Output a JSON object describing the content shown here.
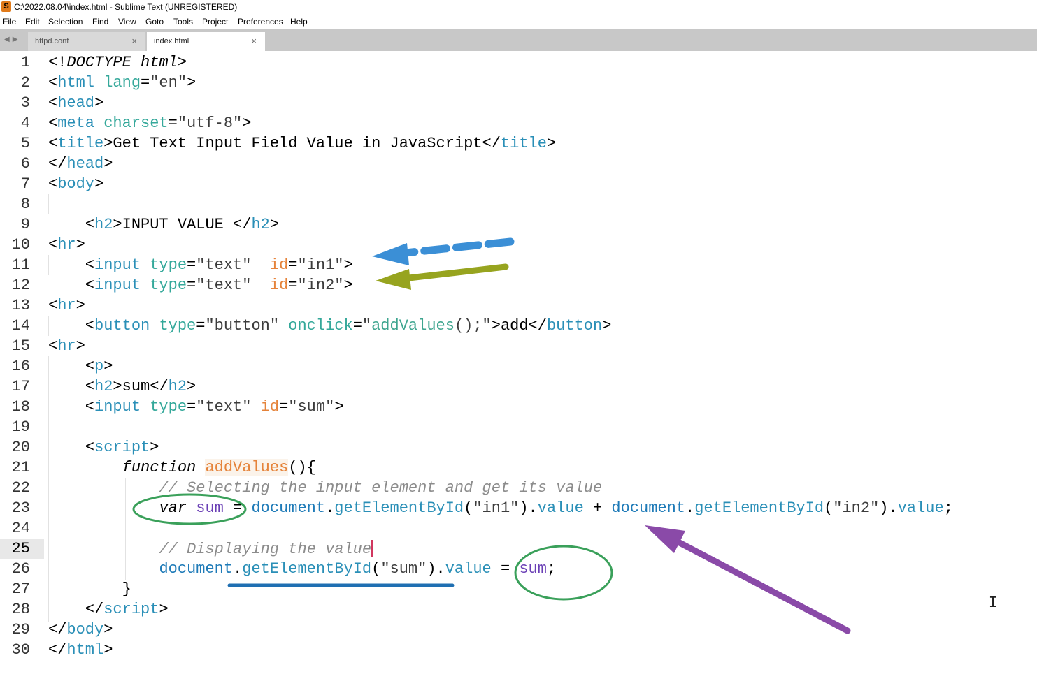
{
  "window": {
    "title": "C:\\2022.08.04\\index.html - Sublime Text (UNREGISTERED)",
    "icon": "sublime-text-icon"
  },
  "menu": [
    "File",
    "Edit",
    "Selection",
    "Find",
    "View",
    "Goto",
    "Tools",
    "Project",
    "Preferences",
    "Help"
  ],
  "tabs": [
    {
      "label": "httpd.conf",
      "close": "×",
      "active": false
    },
    {
      "label": "index.html",
      "close": "×",
      "active": true
    }
  ],
  "editor": {
    "current_line": 25,
    "line_numbers": [
      "1",
      "2",
      "3",
      "4",
      "5",
      "6",
      "7",
      "8",
      "9",
      "10",
      "11",
      "12",
      "13",
      "14",
      "15",
      "16",
      "17",
      "18",
      "19",
      "20",
      "21",
      "22",
      "23",
      "24",
      "25",
      "26",
      "27",
      "28",
      "29",
      "30"
    ]
  },
  "annotations": {
    "arrows": [
      "blue-dashed-arrow",
      "olive-arrow",
      "purple-arrow"
    ],
    "circles": [
      "green-circle-var-sum",
      "green-circle-assign-sum"
    ],
    "underline": "blue-underline-getElementById",
    "colors": {
      "blue": "#3b8fd6",
      "olive": "#97a41f",
      "purple": "#8a4aa8",
      "green": "#3aa05a",
      "underline": "#1f6fb2"
    }
  },
  "colors": {
    "tag": "#2a8fb7",
    "attribute": "#34a89a",
    "id_attribute": "#e5833a",
    "comment": "#8c8c8c",
    "function_name": "#e5833a",
    "caret": "#d1365e"
  }
}
